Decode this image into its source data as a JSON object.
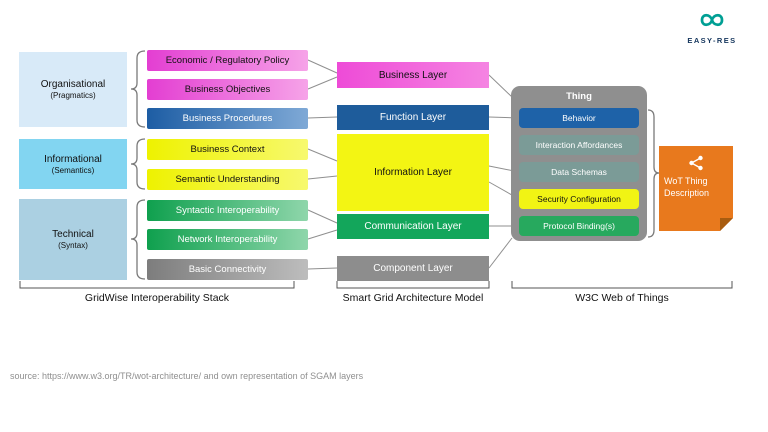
{
  "brand": {
    "name": "EASY-RES"
  },
  "diagram": {
    "gridwise": {
      "caption": "GridWise Interoperability Stack",
      "categories": [
        {
          "label": "Organisational",
          "sublabel": "(Pragmatics)"
        },
        {
          "label": "Informational",
          "sublabel": "(Semantics)"
        },
        {
          "label": "Technical",
          "sublabel": "(Syntax)"
        }
      ],
      "items": [
        {
          "label": "Economic / Regulatory Policy",
          "color": "#e33ed2"
        },
        {
          "label": "Business Objectives",
          "color": "#e33ed2"
        },
        {
          "label": "Business Procedures",
          "color": "#1d5da4"
        },
        {
          "label": "Business Context",
          "color": "#eef200"
        },
        {
          "label": "Semantic Understanding",
          "color": "#eef200"
        },
        {
          "label": "Syntactic Interoperability",
          "color": "#0fa04e"
        },
        {
          "label": "Network Interoperability",
          "color": "#0fa04e"
        },
        {
          "label": "Basic Connectivity",
          "color": "#7d7d7d"
        }
      ]
    },
    "sgam": {
      "caption": "Smart Grid Architecture Model",
      "layers": [
        {
          "label": "Business Layer",
          "color": "#ee4bd7"
        },
        {
          "label": "Function Layer",
          "color": "#1e5c9b"
        },
        {
          "label": "Information Layer",
          "color": "#f3f513"
        },
        {
          "label": "Communication Layer",
          "color": "#13a65b"
        },
        {
          "label": "Component Layer",
          "color": "#8d8d8d"
        }
      ]
    },
    "wot": {
      "caption": "W3C Web of Things",
      "thing_title": "Thing",
      "thing_items": [
        {
          "label": "Behavior",
          "color": "#1e62a8"
        },
        {
          "label": "Interaction Affordances",
          "color": "#7b9b97"
        },
        {
          "label": "Data Schemas",
          "color": "#7b9b97"
        },
        {
          "label": "Security Configuration",
          "color": "#f1f414"
        },
        {
          "label": "Protocol Binding(s)",
          "color": "#27a95e"
        }
      ],
      "description": {
        "label": "WoT Thing Description",
        "color": "#e8791d"
      }
    }
  },
  "footer": {
    "source": "source: https://www.w3.org/TR/wot-architecture/ and own representation of SGAM layers"
  }
}
